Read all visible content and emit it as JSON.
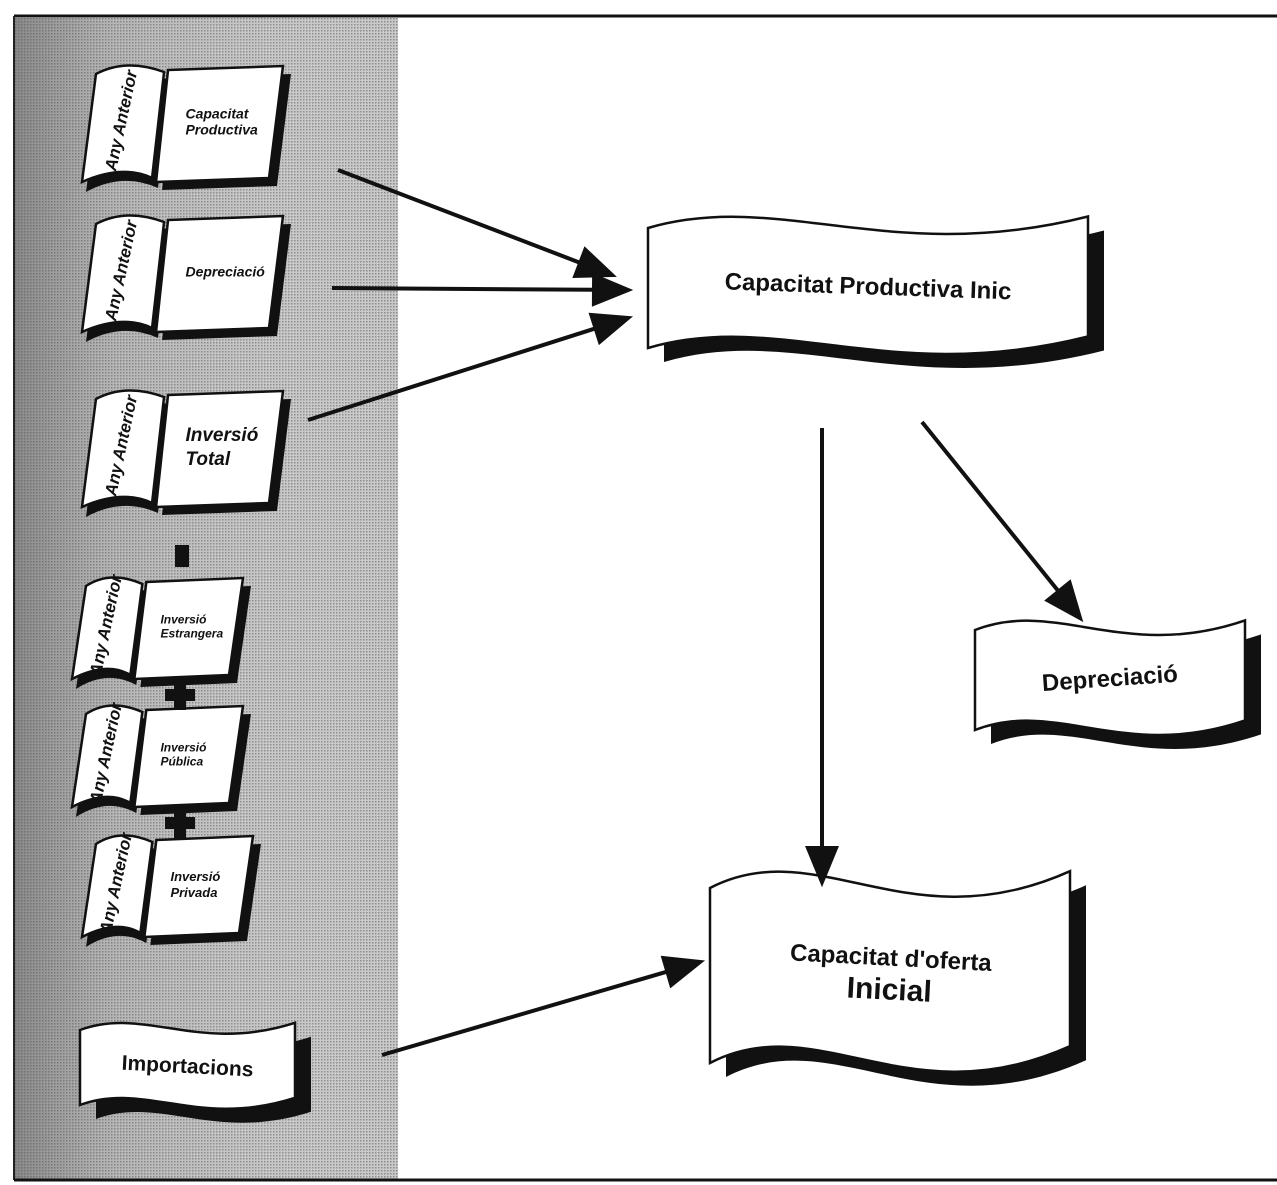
{
  "diagram": {
    "sources": [
      {
        "side": "Any Anterior",
        "lines": [
          "Capacitat",
          "Productiva"
        ]
      },
      {
        "side": "Any Anterior",
        "lines": [
          "Depreciació"
        ]
      },
      {
        "side": "Any Anterior",
        "lines": [
          "Inversió",
          "Total"
        ]
      },
      {
        "side": "Any Anterior",
        "lines": [
          "Inversió",
          "Estrangera"
        ]
      },
      {
        "side": "Any Anterior",
        "lines": [
          "Inversió",
          "Pública"
        ]
      },
      {
        "side": "Any Anterior",
        "lines": [
          "Inversió",
          "Privada"
        ]
      }
    ],
    "operators": [
      "-",
      "+",
      "+"
    ],
    "importacions": "Importacions",
    "capacitat_inicial": "Capacitat Productiva Inic",
    "depreciacio": "Depreciació",
    "oferta": {
      "line1": "Capacitat d'oferta",
      "line2": "Inicial"
    }
  },
  "colors": {
    "shade": "#9a9a9a",
    "ink": "#111111",
    "paper": "#ffffff"
  }
}
